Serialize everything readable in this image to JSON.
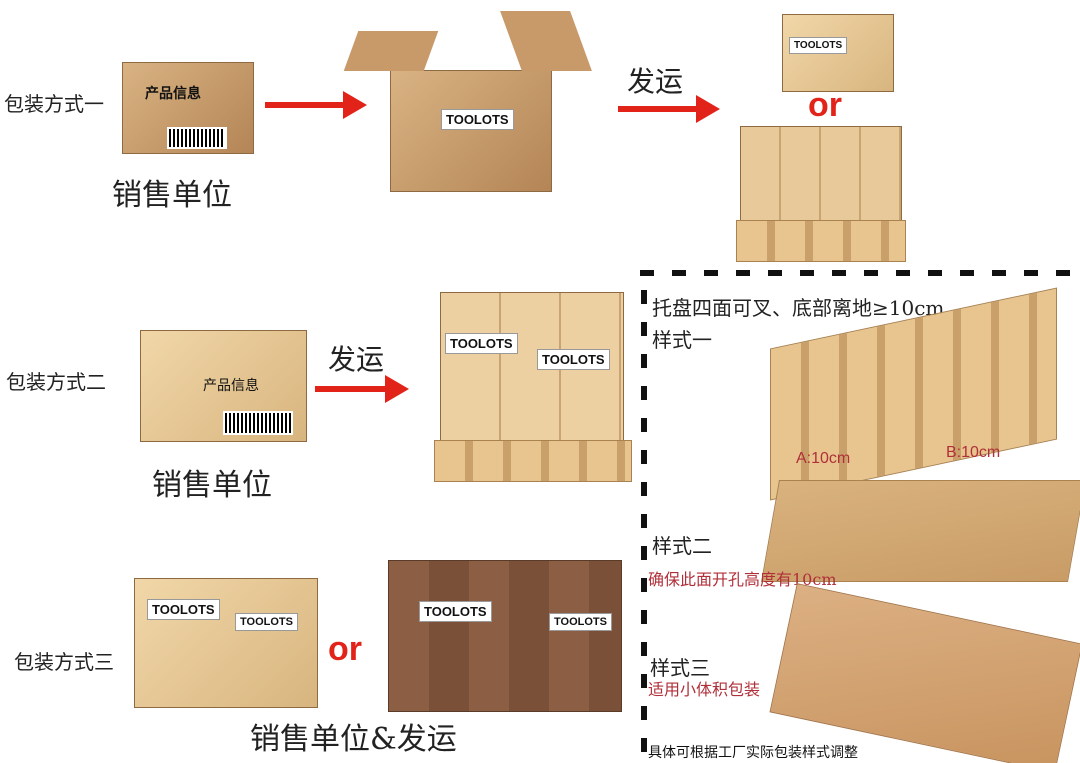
{
  "row1": {
    "title": "包装方式一",
    "box_label": "产品信息",
    "caption": "销售单位",
    "ship": "发运",
    "or": "or",
    "brand": "TOOLOTS"
  },
  "row2": {
    "title": "包装方式二",
    "box_label": "产品信息",
    "caption": "销售单位",
    "ship": "发运",
    "brand": "TOOLOTS"
  },
  "row3": {
    "title": "包装方式三",
    "or": "or",
    "caption": "销售单位&发运",
    "brand": "TOOLOTS"
  },
  "pallet_info": {
    "heading": "托盘四面可叉、底部离地≥10cm",
    "style1": {
      "name": "样式一",
      "a": "A:10cm",
      "b": "B:10cm"
    },
    "style2": {
      "name": "样式二",
      "note": "确保此面开孔高度有10cm"
    },
    "style3": {
      "name": "样式三",
      "note": "适用小体积包装"
    },
    "footer": "具体可根据工厂实际包装样式调整"
  },
  "colors": {
    "arrow": "#e2231a",
    "note": "#b0303a"
  }
}
